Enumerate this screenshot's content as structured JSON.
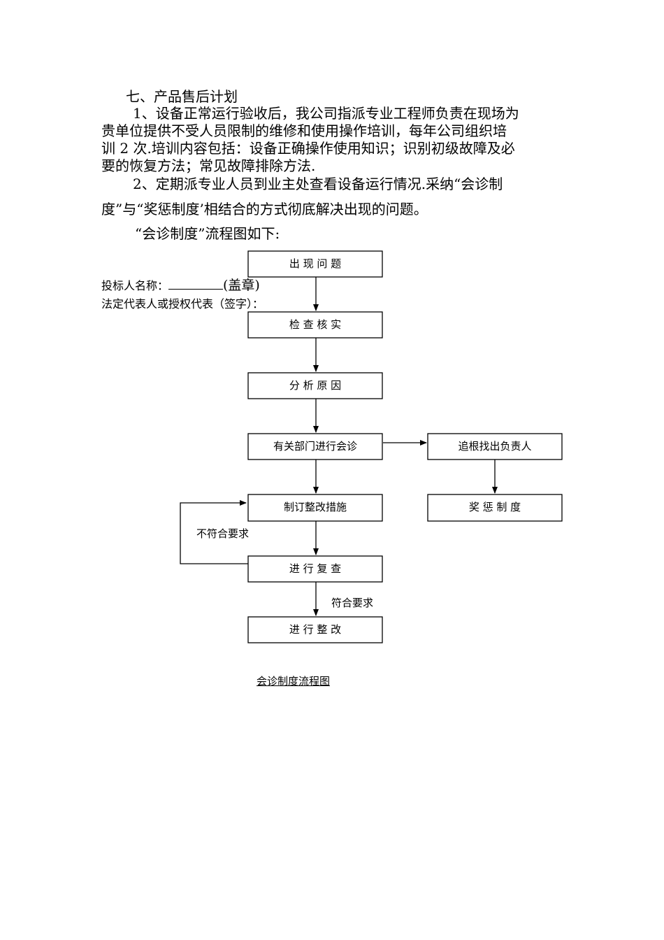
{
  "section": {
    "heading": "七、产品售后计划",
    "para1": [
      "1、设备正常运行验收后，我公司指派专业工程师负责在现场为",
      "贵单位提供不受人员限制的维修和使用操作培训，每年公司组织培",
      "训 2 次.培训内容包括：设备正确操作使用知识；识别初级故障及必",
      "要的恢复方法；常见故障排除方法."
    ],
    "para2": [
      "2、定期派专业人员到业主处查看设备运行情况.采纳“会诊制",
      "度”与“奖惩制度’相结合的方式彻底解决出现的问题。"
    ],
    "flow_intro": "“会诊制度”流程图如下:"
  },
  "signature": {
    "bidder_label": "投标人名称：",
    "seal": "(盖章)",
    "rep_label": "法定代表人或授权代表（签字）："
  },
  "flowchart": {
    "nodes": {
      "problem": "出 现 问 题",
      "verify": "检 查 核 实",
      "analyze": "分 析 原 因",
      "consult": "有关部门进行会诊",
      "trace": "追根找出负责人",
      "reward": "奖 惩 制 度",
      "plan": "制订整改措施",
      "review": "进 行 复 查",
      "rectify": "进 行 整 改"
    },
    "edges": {
      "fail": "不符合要求",
      "pass": "符合要求"
    },
    "caption": "会诊制度流程图"
  }
}
